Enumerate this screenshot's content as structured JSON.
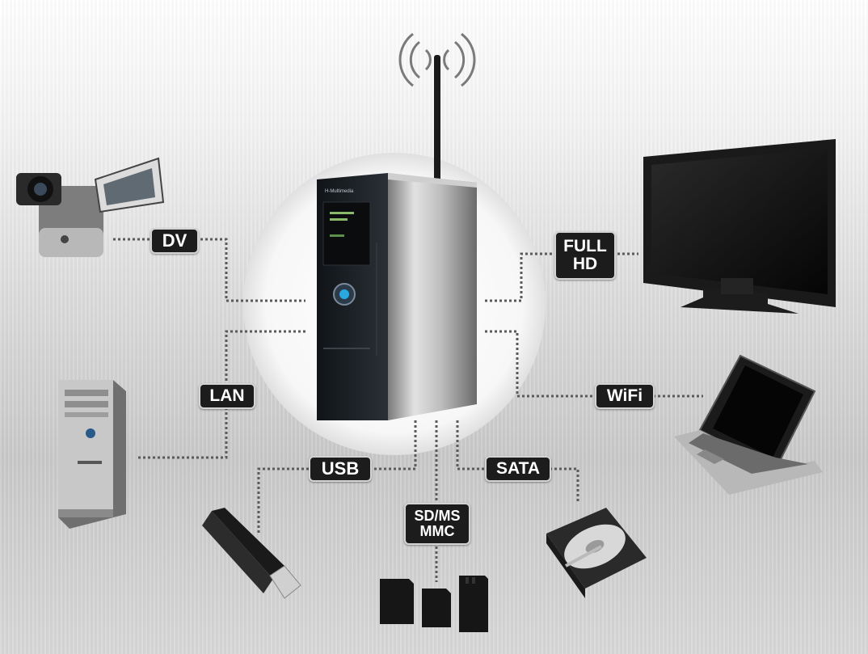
{
  "diagram": {
    "device_brand": "H-Multimedia",
    "connections": [
      {
        "id": "dv",
        "lines": [
          "DV"
        ],
        "device": "camcorder-icon"
      },
      {
        "id": "lan",
        "lines": [
          "LAN"
        ],
        "device": "desktop-pc-icon"
      },
      {
        "id": "usb",
        "lines": [
          "USB"
        ],
        "device": "usb-flash-drive-icon"
      },
      {
        "id": "sd",
        "lines": [
          "SD/MS",
          "MMC"
        ],
        "device": "memory-cards-icon"
      },
      {
        "id": "sata",
        "lines": [
          "SATA"
        ],
        "device": "hard-disk-icon"
      },
      {
        "id": "wifi",
        "lines": [
          "WiFi"
        ],
        "device": "laptop-icon"
      },
      {
        "id": "hd",
        "lines": [
          "FULL",
          "HD"
        ],
        "device": "flat-tv-icon"
      }
    ]
  },
  "colors": {
    "label_bg": "#1c1c1c",
    "label_text": "#ffffff",
    "connector": "#555555",
    "accent": "#2aa8e0"
  }
}
